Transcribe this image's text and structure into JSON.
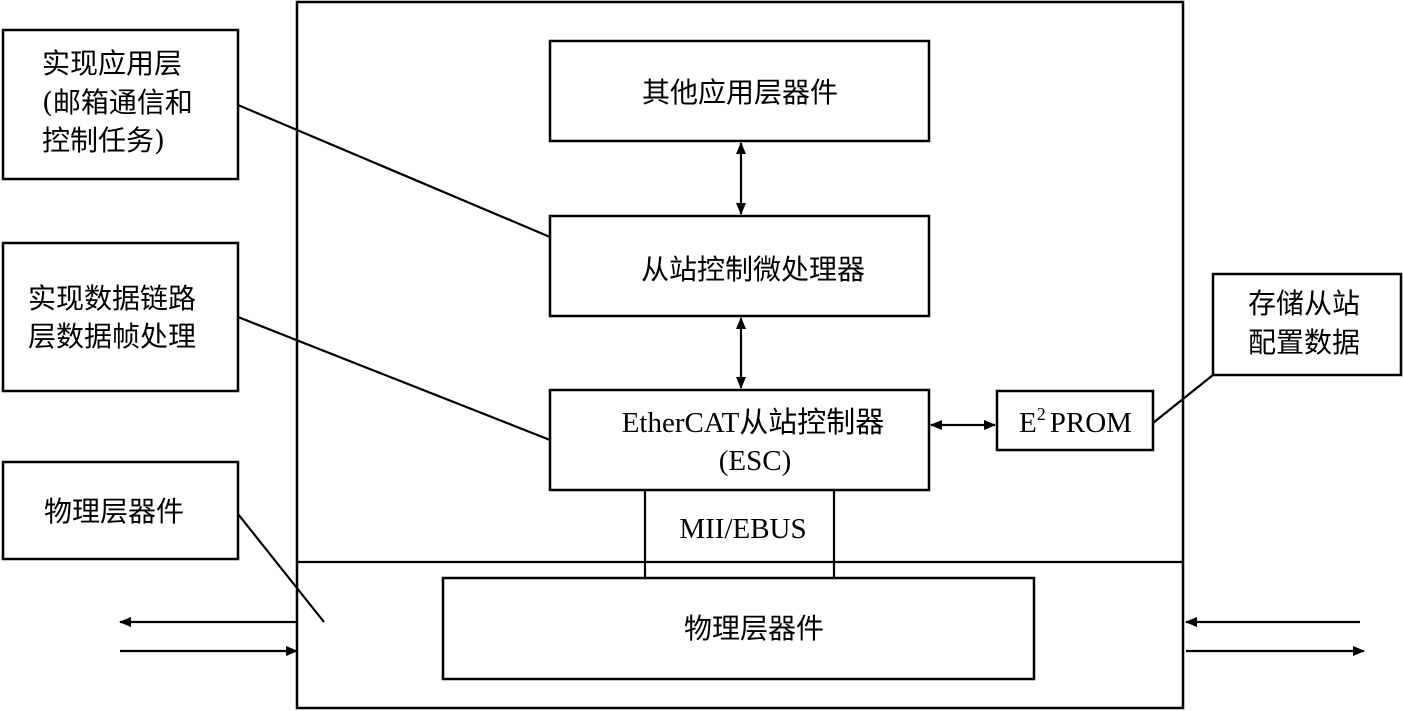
{
  "diagram": {
    "boxes": {
      "other_devices": "其他应用层器件",
      "slave_mcu": "从站控制微处理器",
      "esc_line1": "EtherCAT从站控制器",
      "esc_line2": "(ESC)",
      "eeprom_base": "E",
      "eeprom_sup": "2",
      "eeprom_rest": "PROM",
      "mii_ebus": "MII/EBUS",
      "phy_inner": "物理层器件"
    },
    "callouts": {
      "app_layer": [
        "实现应用层",
        "(邮箱通信和",
        "控制任务)"
      ],
      "data_link": [
        "实现数据链路",
        "层数据帧处理"
      ],
      "phy": "物理层器件",
      "config": [
        "存储从站",
        "配置数据"
      ]
    }
  }
}
